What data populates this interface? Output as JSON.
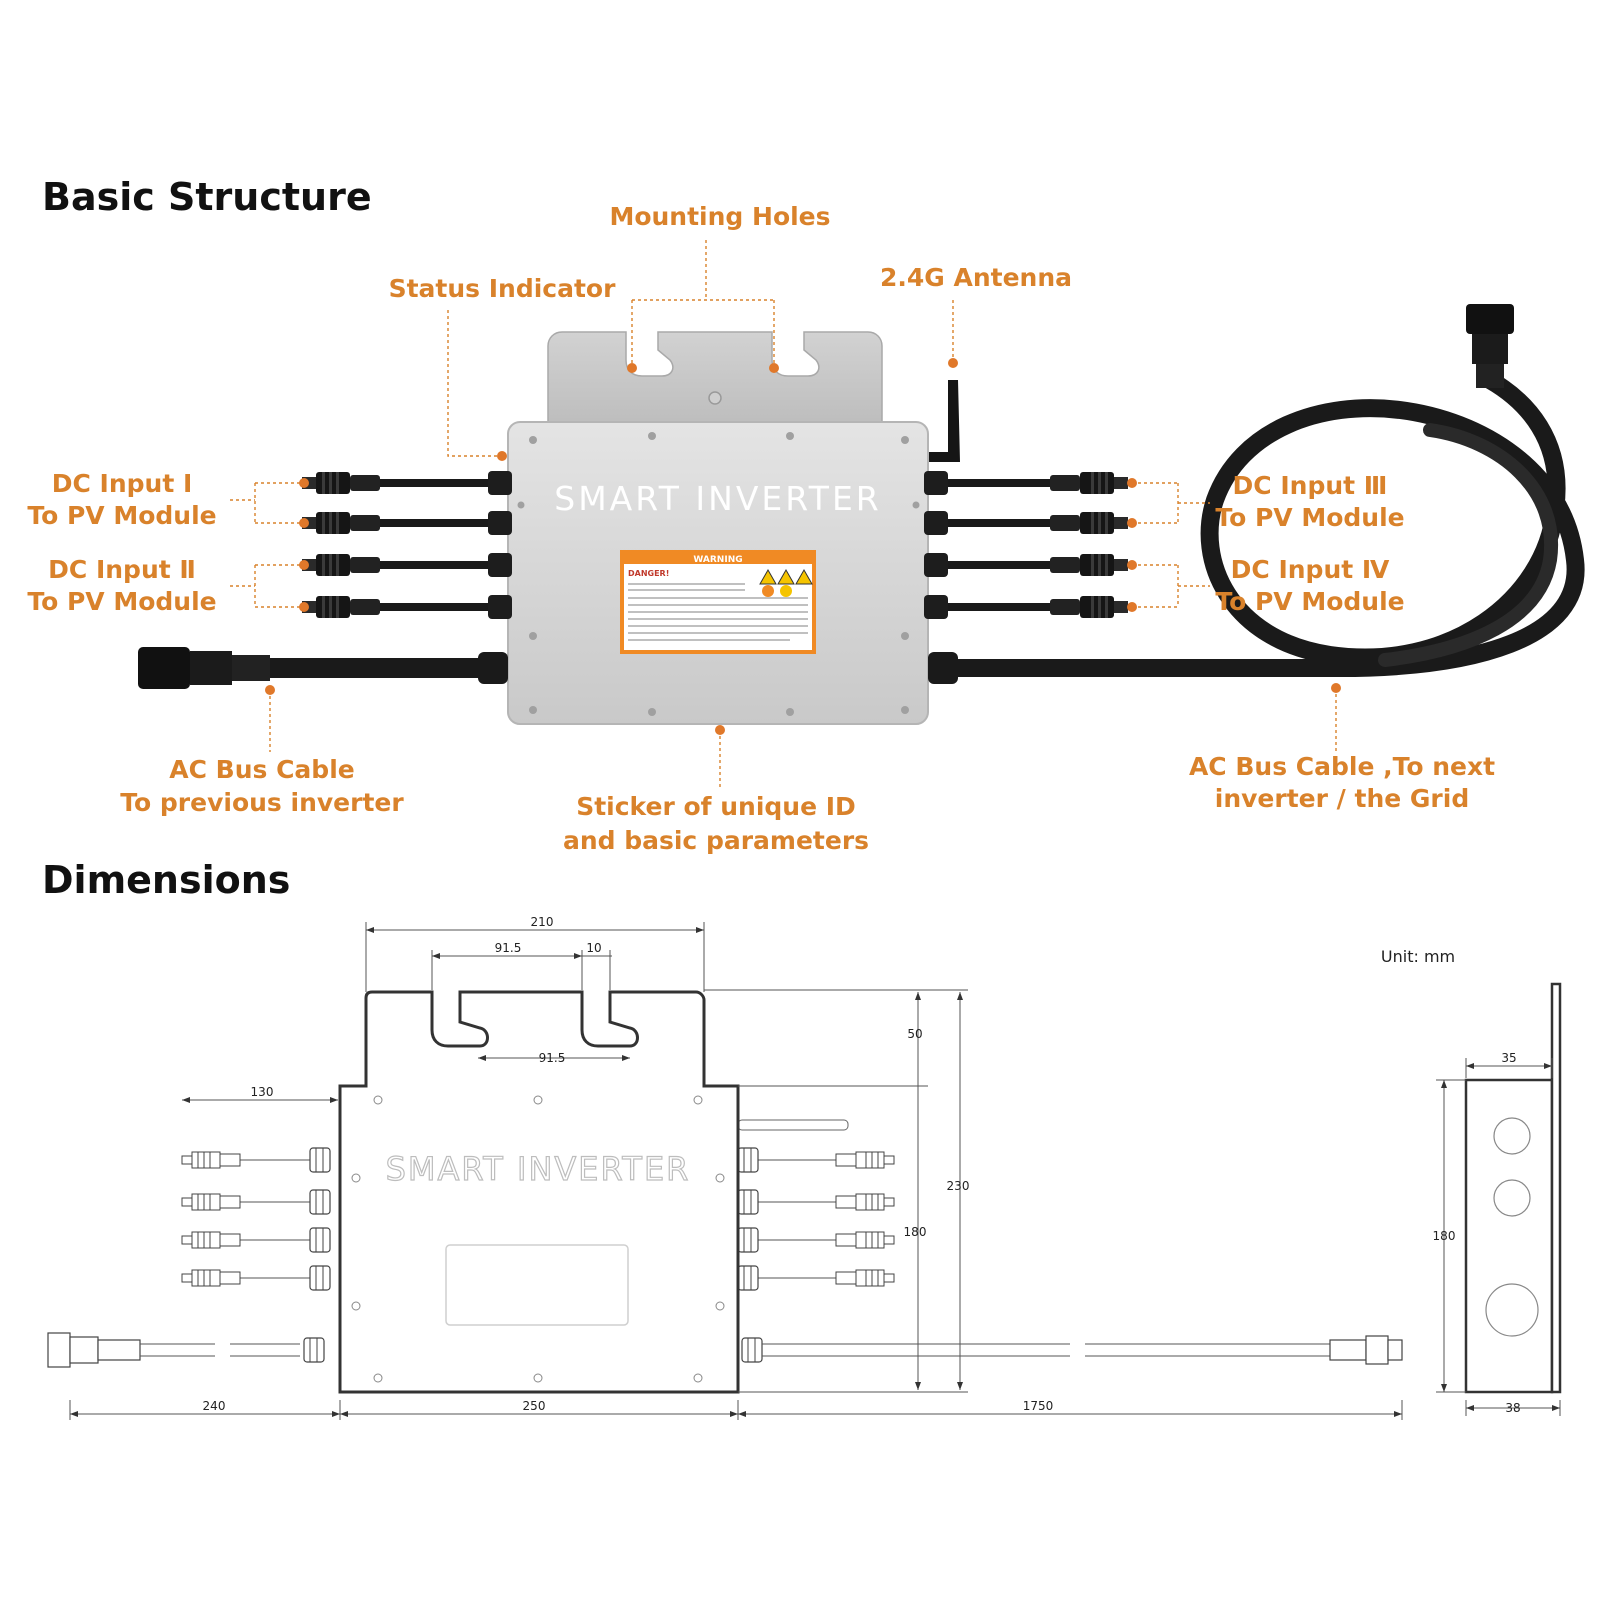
{
  "sections": {
    "basic_structure": "Basic Structure",
    "dimensions": "Dimensions"
  },
  "device": {
    "brand_label": "SMART INVERTER",
    "warning_label": "WARNING",
    "danger_label": "DANGER!"
  },
  "callouts": {
    "mounting_holes": "Mounting Holes",
    "status_indicator": "Status Indicator",
    "antenna": "2.4G Antenna",
    "dc_input_1": {
      "line1": "DC Input Ⅰ",
      "line2": "To PV Module"
    },
    "dc_input_2": {
      "line1": "DC Input Ⅱ",
      "line2": "To PV Module"
    },
    "dc_input_3": {
      "line1": "DC Input Ⅲ",
      "line2": "To PV Module"
    },
    "dc_input_4": {
      "line1": "DC Input Ⅳ",
      "line2": "To PV Module"
    },
    "ac_bus_prev": {
      "line1": "AC Bus Cable",
      "line2": "To previous inverter"
    },
    "sticker": {
      "line1": "Sticker of unique ID",
      "line2": "and basic parameters"
    },
    "ac_bus_next": {
      "line1": "AC Bus Cable ,To next",
      "line2": "inverter / the Grid"
    }
  },
  "dimensions": {
    "unit": "Unit: mm",
    "top_width": "210",
    "slot_spacing_top": "91.5",
    "slot_width": "10",
    "slot_spacing_bottom": "91.5",
    "tab_height": "50",
    "dc_cable": "130",
    "total_height": "230",
    "body_height": "180",
    "ac_left": "240",
    "body_width": "250",
    "ac_right": "1750",
    "side_depth_top": "35",
    "side_height": "180",
    "side_depth_bottom": "38"
  },
  "colors": {
    "callout": "#d9822b",
    "callout_dot": "#e0782a",
    "housing": "#d7d7d7",
    "cable": "#1a1a1a",
    "warning": "#f08a24"
  }
}
